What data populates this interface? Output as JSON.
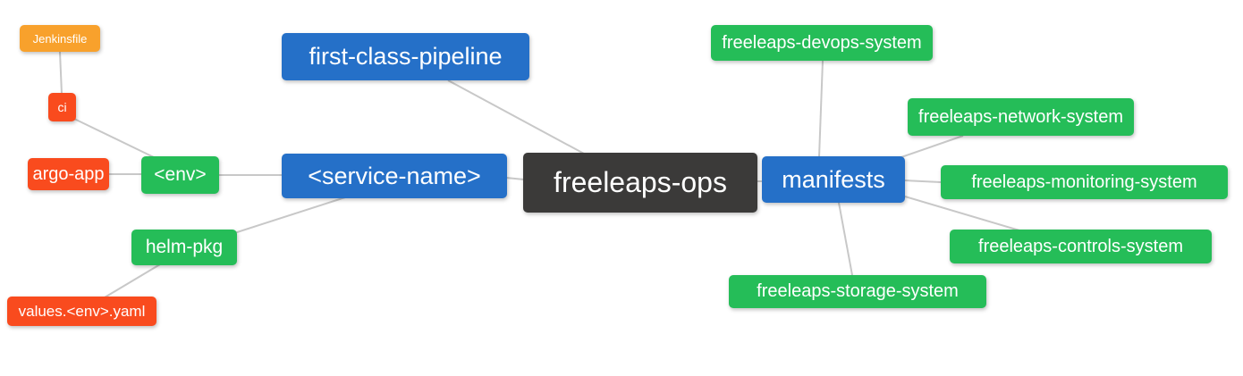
{
  "diagram": {
    "type": "mind-map",
    "root_label": "freeleaps-ops"
  },
  "colors": {
    "blue": "#2570c8",
    "green": "#25bd58",
    "orange": "#f8a12c",
    "red": "#f94b1e",
    "dark": "#3b3a39",
    "line": "#c8c8c8"
  },
  "nodes": {
    "root": {
      "label": "freeleaps-ops",
      "color": "dark"
    },
    "fcp": {
      "label": "first-class-pipeline",
      "color": "blue"
    },
    "service": {
      "label": "<service-name>",
      "color": "blue"
    },
    "manifests": {
      "label": "manifests",
      "color": "blue"
    },
    "env": {
      "label": "<env>",
      "color": "green"
    },
    "helm_pkg": {
      "label": "helm-pkg",
      "color": "green"
    },
    "ci": {
      "label": "ci",
      "color": "red"
    },
    "argo_app": {
      "label": "argo-app",
      "color": "red"
    },
    "values_yaml": {
      "label": "values.<env>.yaml",
      "color": "red"
    },
    "jenkinsfile": {
      "label": "Jenkinsfile",
      "color": "orange"
    },
    "devops": {
      "label": "freeleaps-devops-system",
      "color": "green"
    },
    "network": {
      "label": "freeleaps-network-system",
      "color": "green"
    },
    "monitoring": {
      "label": "freeleaps-monitoring-system",
      "color": "green"
    },
    "controls": {
      "label": "freeleaps-controls-system",
      "color": "green"
    },
    "storage": {
      "label": "freeleaps-storage-system",
      "color": "green"
    }
  },
  "edges": [
    [
      "jenkinsfile",
      "ci"
    ],
    [
      "ci",
      "env"
    ],
    [
      "argo_app",
      "env"
    ],
    [
      "env",
      "service"
    ],
    [
      "helm_pkg",
      "service"
    ],
    [
      "values_yaml",
      "helm_pkg"
    ],
    [
      "service",
      "root"
    ],
    [
      "fcp",
      "root"
    ],
    [
      "root",
      "manifests"
    ],
    [
      "manifests",
      "devops"
    ],
    [
      "manifests",
      "network"
    ],
    [
      "manifests",
      "monitoring"
    ],
    [
      "manifests",
      "controls"
    ],
    [
      "manifests",
      "storage"
    ]
  ]
}
